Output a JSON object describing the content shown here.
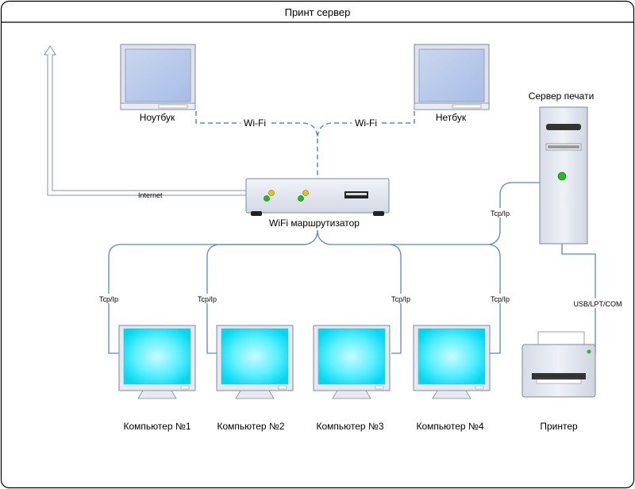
{
  "title": "Принт сервер",
  "nodes": {
    "laptop": "Ноутбук",
    "netbook": "Нетбук",
    "router": "WiFi маршрутизатор",
    "print_server": "Сервер печати",
    "printer": "Принтер",
    "pc1": "Компьютер №1",
    "pc2": "Компьютер №2",
    "pc3": "Компьютер №3",
    "pc4": "Компьютер №4"
  },
  "links": {
    "wifi_left": "Wi-Fi",
    "wifi_right": "Wi-Fi",
    "internet": "Internet",
    "tcp_server": "Tcp/Ip",
    "tcp_pc1": "Tcp/Ip",
    "tcp_pc2": "Tcp/Ip",
    "tcp_pc3": "Tcp/Ip",
    "tcp_pc4": "Tcp/Ip",
    "usb": "USB/LPT/COM"
  },
  "colors": {
    "link_line": "#5b87c5",
    "screen_glow": "#00e8ff",
    "device_body": "#e4e8f0",
    "router_led_yellow": "#e8c800",
    "router_led_green": "#22bb22"
  }
}
